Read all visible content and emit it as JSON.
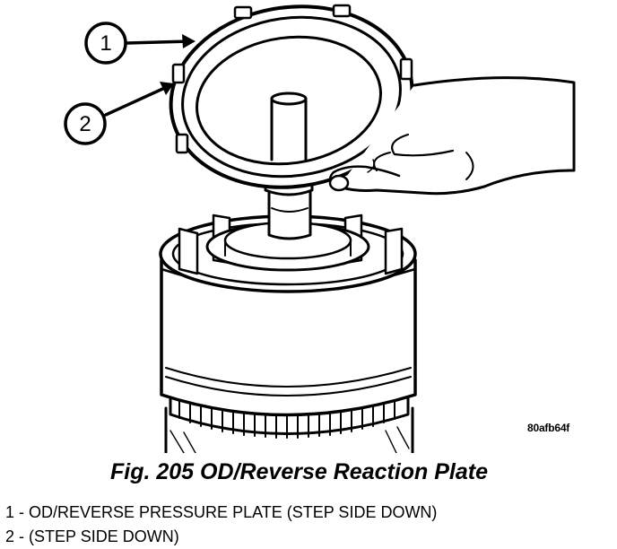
{
  "figure": {
    "callouts": [
      {
        "number": "1"
      },
      {
        "number": "2"
      }
    ],
    "image_code": "80afb64f",
    "caption": "Fig. 205 OD/Reverse Reaction Plate",
    "legend": [
      {
        "text": "1 - OD/REVERSE PRESSURE PLATE (STEP SIDE DOWN)"
      },
      {
        "text": "2 - (STEP SIDE DOWN)"
      }
    ]
  }
}
